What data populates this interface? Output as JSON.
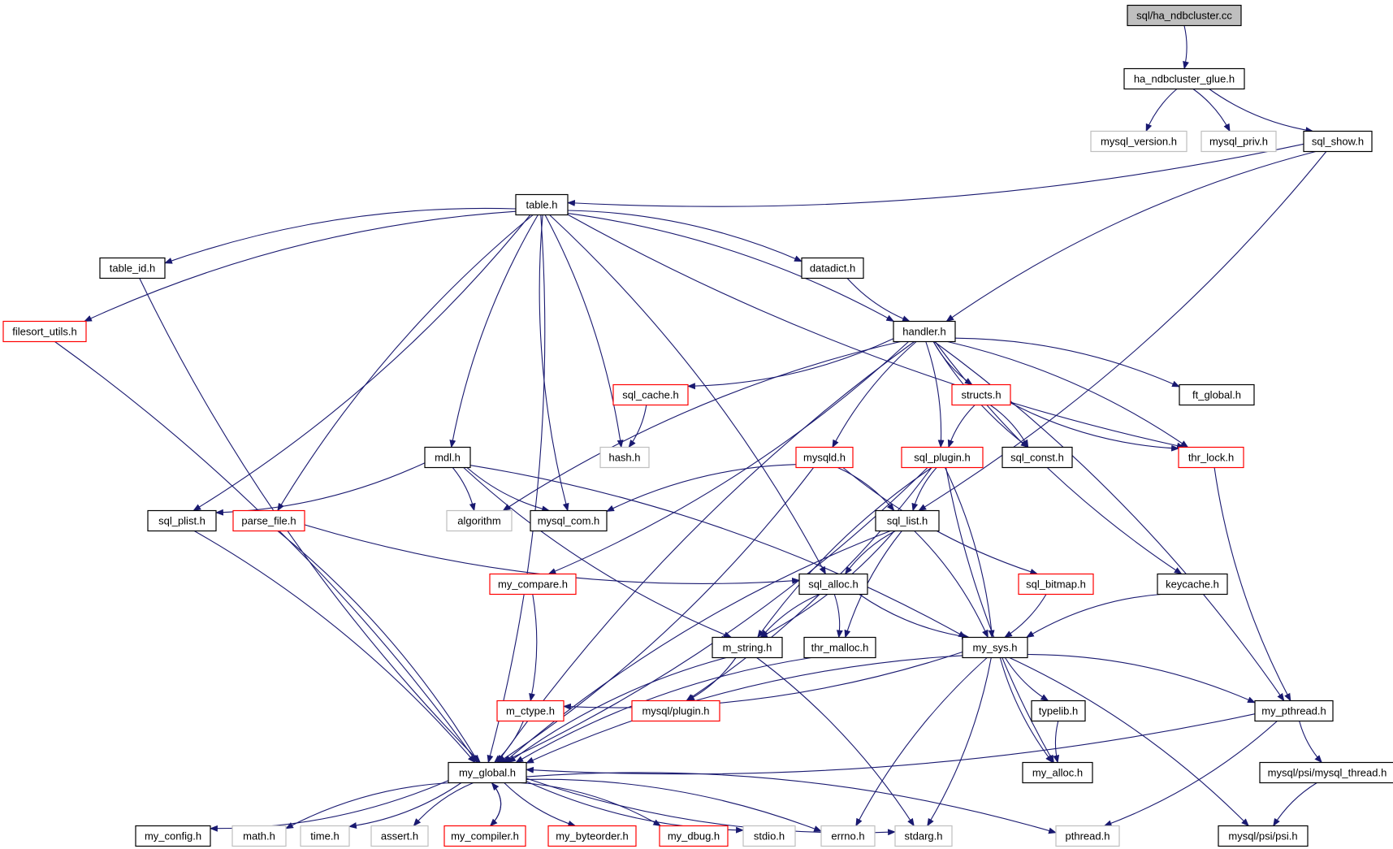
{
  "graph": {
    "colors": {
      "edge": "#191970",
      "root_fill": "#bfbfbf",
      "normal_border": "#000000",
      "incomplete_border": "#ff0000",
      "external_border": "#bfbfbf"
    },
    "nodes": [
      {
        "id": "root",
        "label": "sql/ha_ndbcluster.cc",
        "kind": "root"
      },
      {
        "id": "glue",
        "label": "ha_ndbcluster_glue.h",
        "kind": "normal"
      },
      {
        "id": "mysql_version",
        "label": "mysql_version.h",
        "kind": "external"
      },
      {
        "id": "mysql_priv",
        "label": "mysql_priv.h",
        "kind": "external"
      },
      {
        "id": "sql_show",
        "label": "sql_show.h",
        "kind": "normal"
      },
      {
        "id": "table",
        "label": "table.h",
        "kind": "normal"
      },
      {
        "id": "table_id",
        "label": "table_id.h",
        "kind": "normal"
      },
      {
        "id": "datadict",
        "label": "datadict.h",
        "kind": "normal"
      },
      {
        "id": "filesort_utils",
        "label": "filesort_utils.h",
        "kind": "incomplete"
      },
      {
        "id": "handler",
        "label": "handler.h",
        "kind": "normal"
      },
      {
        "id": "sql_cache",
        "label": "sql_cache.h",
        "kind": "incomplete"
      },
      {
        "id": "structs",
        "label": "structs.h",
        "kind": "incomplete"
      },
      {
        "id": "ft_global",
        "label": "ft_global.h",
        "kind": "normal"
      },
      {
        "id": "hash",
        "label": "hash.h",
        "kind": "external"
      },
      {
        "id": "mdl",
        "label": "mdl.h",
        "kind": "normal"
      },
      {
        "id": "mysqld",
        "label": "mysqld.h",
        "kind": "incomplete"
      },
      {
        "id": "sql_plugin",
        "label": "sql_plugin.h",
        "kind": "incomplete"
      },
      {
        "id": "sql_const",
        "label": "sql_const.h",
        "kind": "normal"
      },
      {
        "id": "thr_lock",
        "label": "thr_lock.h",
        "kind": "incomplete"
      },
      {
        "id": "sql_plist",
        "label": "sql_plist.h",
        "kind": "normal"
      },
      {
        "id": "parse_file",
        "label": "parse_file.h",
        "kind": "incomplete"
      },
      {
        "id": "algorithm",
        "label": "algorithm",
        "kind": "external"
      },
      {
        "id": "mysql_com",
        "label": "mysql_com.h",
        "kind": "normal"
      },
      {
        "id": "sql_list",
        "label": "sql_list.h",
        "kind": "normal"
      },
      {
        "id": "my_compare",
        "label": "my_compare.h",
        "kind": "incomplete"
      },
      {
        "id": "sql_alloc",
        "label": "sql_alloc.h",
        "kind": "normal"
      },
      {
        "id": "sql_bitmap",
        "label": "sql_bitmap.h",
        "kind": "incomplete"
      },
      {
        "id": "keycache",
        "label": "keycache.h",
        "kind": "normal"
      },
      {
        "id": "m_string",
        "label": "m_string.h",
        "kind": "normal"
      },
      {
        "id": "thr_malloc",
        "label": "thr_malloc.h",
        "kind": "normal"
      },
      {
        "id": "my_sys",
        "label": "my_sys.h",
        "kind": "normal"
      },
      {
        "id": "m_ctype",
        "label": "m_ctype.h",
        "kind": "incomplete"
      },
      {
        "id": "mysql_plugin",
        "label": "mysql/plugin.h",
        "kind": "incomplete"
      },
      {
        "id": "typelib",
        "label": "typelib.h",
        "kind": "normal"
      },
      {
        "id": "my_pthread",
        "label": "my_pthread.h",
        "kind": "normal"
      },
      {
        "id": "my_global",
        "label": "my_global.h",
        "kind": "normal"
      },
      {
        "id": "my_alloc",
        "label": "my_alloc.h",
        "kind": "normal"
      },
      {
        "id": "psi_mysql_thread",
        "label": "mysql/psi/mysql_thread.h",
        "kind": "normal"
      },
      {
        "id": "my_config",
        "label": "my_config.h",
        "kind": "normal"
      },
      {
        "id": "math",
        "label": "math.h",
        "kind": "external"
      },
      {
        "id": "time",
        "label": "time.h",
        "kind": "external"
      },
      {
        "id": "assert",
        "label": "assert.h",
        "kind": "external"
      },
      {
        "id": "my_compiler",
        "label": "my_compiler.h",
        "kind": "incomplete"
      },
      {
        "id": "my_byteorder",
        "label": "my_byteorder.h",
        "kind": "incomplete"
      },
      {
        "id": "my_dbug",
        "label": "my_dbug.h",
        "kind": "incomplete"
      },
      {
        "id": "stdio",
        "label": "stdio.h",
        "kind": "external"
      },
      {
        "id": "errno",
        "label": "errno.h",
        "kind": "external"
      },
      {
        "id": "stdarg",
        "label": "stdarg.h",
        "kind": "external"
      },
      {
        "id": "pthread",
        "label": "pthread.h",
        "kind": "external"
      },
      {
        "id": "psi",
        "label": "mysql/psi/psi.h",
        "kind": "normal"
      }
    ],
    "edges": [
      [
        "root",
        "glue"
      ],
      [
        "glue",
        "mysql_version"
      ],
      [
        "glue",
        "mysql_priv"
      ],
      [
        "glue",
        "sql_show"
      ],
      [
        "sql_show",
        "table"
      ],
      [
        "sql_show",
        "handler"
      ],
      [
        "sql_show",
        "sql_list"
      ],
      [
        "table",
        "table_id"
      ],
      [
        "table",
        "datadict"
      ],
      [
        "table",
        "filesort_utils"
      ],
      [
        "table",
        "handler"
      ],
      [
        "table",
        "mdl"
      ],
      [
        "table",
        "hash"
      ],
      [
        "table",
        "mysql_com"
      ],
      [
        "table",
        "sql_plist"
      ],
      [
        "table",
        "parse_file"
      ],
      [
        "table",
        "my_global"
      ],
      [
        "table",
        "thr_lock"
      ],
      [
        "table",
        "sql_alloc"
      ],
      [
        "table_id",
        "my_global"
      ],
      [
        "filesort_utils",
        "my_global"
      ],
      [
        "datadict",
        "handler"
      ],
      [
        "handler",
        "sql_cache"
      ],
      [
        "handler",
        "structs"
      ],
      [
        "handler",
        "ft_global"
      ],
      [
        "handler",
        "mysqld"
      ],
      [
        "handler",
        "sql_plugin"
      ],
      [
        "handler",
        "sql_const"
      ],
      [
        "handler",
        "thr_lock"
      ],
      [
        "handler",
        "algorithm"
      ],
      [
        "handler",
        "my_compare"
      ],
      [
        "handler",
        "keycache"
      ],
      [
        "handler",
        "my_pthread"
      ],
      [
        "handler",
        "my_global"
      ],
      [
        "sql_cache",
        "hash"
      ],
      [
        "structs",
        "sql_plugin"
      ],
      [
        "structs",
        "sql_const"
      ],
      [
        "structs",
        "thr_lock"
      ],
      [
        "mdl",
        "algorithm"
      ],
      [
        "mdl",
        "mysql_com"
      ],
      [
        "mdl",
        "sql_plist"
      ],
      [
        "mdl",
        "m_string"
      ],
      [
        "mdl",
        "my_sys"
      ],
      [
        "mysqld",
        "mysql_com"
      ],
      [
        "mysqld",
        "sql_list"
      ],
      [
        "mysqld",
        "sql_bitmap"
      ],
      [
        "mysqld",
        "my_global"
      ],
      [
        "sql_plugin",
        "sql_list"
      ],
      [
        "sql_plugin",
        "mysql_plugin"
      ],
      [
        "sql_plugin",
        "m_string"
      ],
      [
        "sql_plugin",
        "my_sys"
      ],
      [
        "sql_plugin",
        "my_alloc"
      ],
      [
        "sql_plugin",
        "my_global"
      ],
      [
        "thr_lock",
        "my_pthread"
      ],
      [
        "sql_plist",
        "my_global"
      ],
      [
        "parse_file",
        "sql_alloc"
      ],
      [
        "parse_file",
        "my_global"
      ],
      [
        "sql_list",
        "sql_alloc"
      ],
      [
        "sql_list",
        "m_string"
      ],
      [
        "sql_list",
        "thr_malloc"
      ],
      [
        "sql_list",
        "my_sys"
      ],
      [
        "sql_list",
        "my_global"
      ],
      [
        "my_compare",
        "m_ctype"
      ],
      [
        "sql_alloc",
        "m_string"
      ],
      [
        "sql_alloc",
        "thr_malloc"
      ],
      [
        "sql_alloc",
        "my_sys"
      ],
      [
        "sql_bitmap",
        "my_sys"
      ],
      [
        "keycache",
        "my_sys"
      ],
      [
        "m_string",
        "mysql_plugin"
      ],
      [
        "m_string",
        "my_global"
      ],
      [
        "m_string",
        "stdarg"
      ],
      [
        "thr_malloc",
        "my_global"
      ],
      [
        "my_sys",
        "m_ctype"
      ],
      [
        "my_sys",
        "typelib"
      ],
      [
        "my_sys",
        "my_pthread"
      ],
      [
        "my_sys",
        "my_alloc"
      ],
      [
        "my_sys",
        "psi"
      ],
      [
        "my_sys",
        "errno"
      ],
      [
        "my_sys",
        "stdarg"
      ],
      [
        "my_sys",
        "my_global"
      ],
      [
        "m_ctype",
        "my_global"
      ],
      [
        "typelib",
        "my_alloc"
      ],
      [
        "my_pthread",
        "my_global"
      ],
      [
        "my_pthread",
        "psi_mysql_thread"
      ],
      [
        "my_pthread",
        "pthread"
      ],
      [
        "psi_mysql_thread",
        "psi"
      ],
      [
        "my_global",
        "my_config"
      ],
      [
        "my_global",
        "math"
      ],
      [
        "my_global",
        "time"
      ],
      [
        "my_global",
        "assert"
      ],
      [
        "my_global",
        "my_compiler"
      ],
      [
        "my_global",
        "my_byteorder"
      ],
      [
        "my_global",
        "my_dbug"
      ],
      [
        "my_global",
        "stdio"
      ],
      [
        "my_global",
        "errno"
      ],
      [
        "my_global",
        "stdarg"
      ],
      [
        "my_global",
        "pthread"
      ],
      [
        "my_compiler",
        "my_global"
      ]
    ]
  }
}
